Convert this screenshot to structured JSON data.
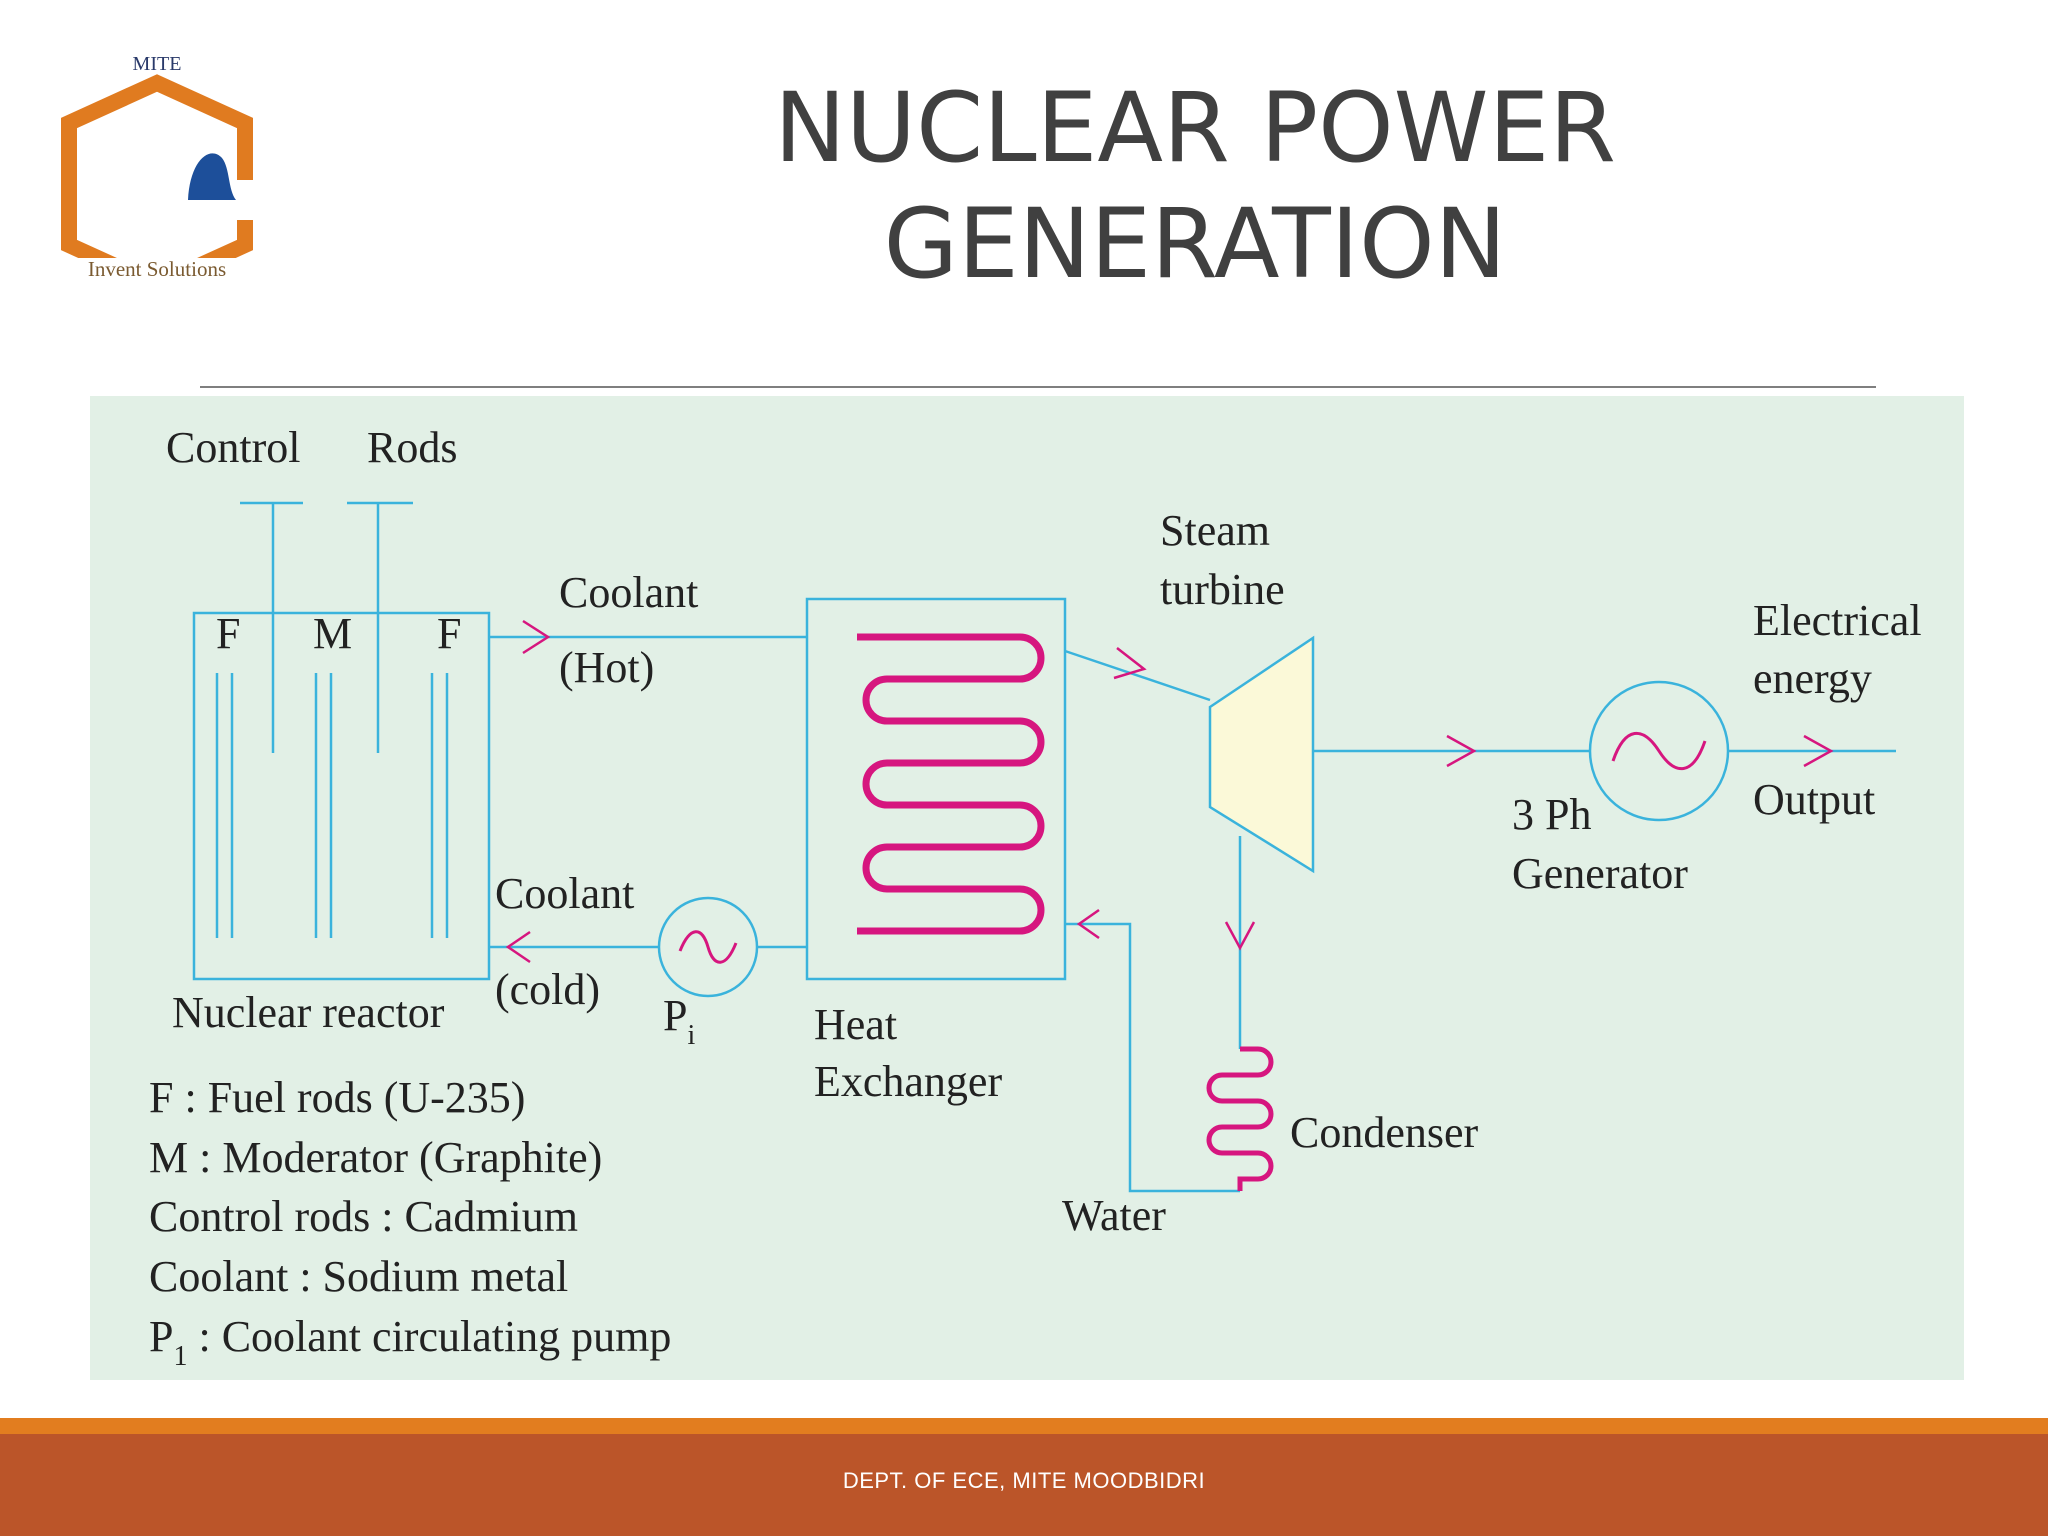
{
  "logo": {
    "top_text": "MITE",
    "bottom_text": "Invent Solutions"
  },
  "title": {
    "line1": "NUCLEAR POWER",
    "line2": "GENERATION"
  },
  "diagram": {
    "control_label": "Control",
    "rods_label": "Rods",
    "reactor_f1": "F",
    "reactor_m": "M",
    "reactor_f2": "F",
    "reactor_label": "Nuclear reactor",
    "coolant_hot_1": "Coolant",
    "coolant_hot_2": "(Hot)",
    "coolant_cold_1": "Coolant",
    "coolant_cold_2": "(cold)",
    "pump_label": "P",
    "pump_sub": "i",
    "heat_exchanger_1": "Heat",
    "heat_exchanger_2": "Exchanger",
    "steam_turbine_1": "Steam",
    "steam_turbine_2": "turbine",
    "electrical_1": "Electrical",
    "electrical_2": "energy",
    "output_label": "Output",
    "generator_1": "3 Ph",
    "generator_2": "Generator",
    "condenser_label": "Condenser",
    "water_label": "Water",
    "legend": {
      "f": "F : Fuel rods (U-235)",
      "m": "M : Moderator (Graphite)",
      "control": "Control rods : Cadmium",
      "coolant": "Coolant : Sodium metal",
      "pump_prefix": "P",
      "pump_sub": "1",
      "pump_rest": " : Coolant circulating pump"
    },
    "colors": {
      "line": "#3ab3dc",
      "coil": "#d6167f",
      "background": "#e2f0e6",
      "turbine_fill": "#fbf9d8"
    }
  },
  "footer": {
    "text": "DEPT. OF ECE, MITE MOODBIDRI"
  },
  "colors": {
    "footer_band": "#bb5529",
    "footer_stripe": "#e27d1f",
    "logo_orange": "#e07b20",
    "logo_blue": "#1d4f9a"
  }
}
